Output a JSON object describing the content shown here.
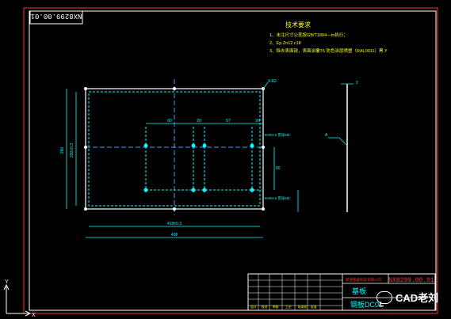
{
  "title_block_code_rotated": "NX8299.00.01",
  "tech_requirements": {
    "heading": "技术要求",
    "items": [
      "1、未注尺寸公差按GB/T1804—m执行；",
      "2、Ep.Zn12.c18",
      "3、除去表面锐，表面涂覆T6 防色涂层喷塑（RAL9011）黑.Y"
    ]
  },
  "dimensions": {
    "width_total": "438",
    "width_inner": "418±0.3",
    "height_total": "250",
    "height_inner": "230±0.3",
    "hole_spacing": [
      "60",
      "20",
      "57",
      "20"
    ],
    "right_offset": "80",
    "corner_note": "4-R2",
    "hole_note_top": "8×Φ4.5\n贯穿M4",
    "hole_note_bottom": "8×Φ4.5\n贯穿M4"
  },
  "side_view": {
    "label_top": "2",
    "label_section": "A"
  },
  "title_block": {
    "code": "NX8299.00.01",
    "company": "新源钣金制造有限公司",
    "part_name": "基板",
    "material": "钢板DC01",
    "sign_labels": [
      "设计",
      "校对",
      "审核",
      "工艺",
      "标准化",
      "批准"
    ]
  },
  "watermark": "CAD老刘",
  "axes": {
    "x": "X",
    "y": "Y"
  },
  "colors": {
    "border": "#ffffff",
    "dim": "#00ffff",
    "frame": "#ff3030",
    "text": "#ffff00",
    "centerline": "#4a9cff"
  }
}
